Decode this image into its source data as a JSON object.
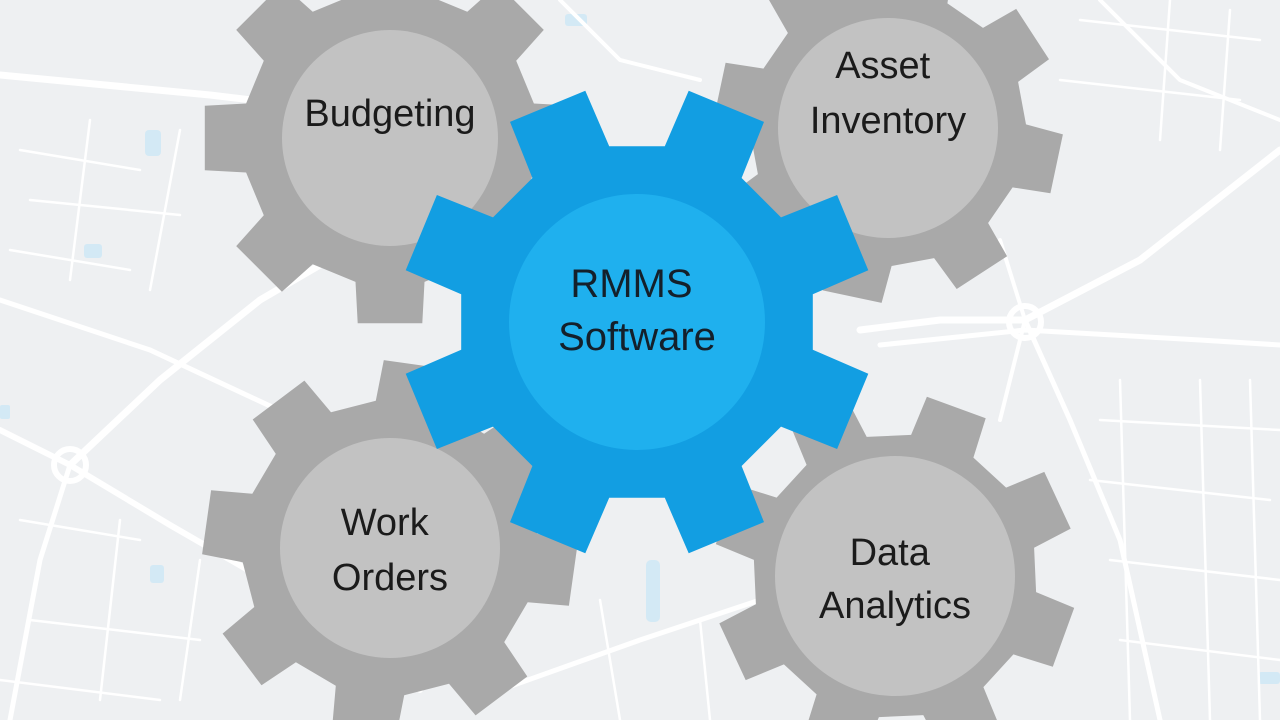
{
  "colors": {
    "background": "#eef0f2",
    "road": "#ffffff",
    "water": "#d3e9f5",
    "gear_outer": "#a9a9a9",
    "gear_inner": "#c2c2c2",
    "hub_outer": "#129ee2",
    "hub_inner": "#1fb0ee",
    "label_text": "#1b1b1b"
  },
  "background_map": {
    "description_visible": false
  },
  "hub": {
    "lines": [
      "RMMS",
      "Software"
    ],
    "icon": "gear-icon"
  },
  "satellites": [
    {
      "id": "budgeting",
      "lines": [
        "Budgeting"
      ],
      "icon": "gear-icon"
    },
    {
      "id": "asset-inventory",
      "lines": [
        "Asset",
        "Inventory"
      ],
      "icon": "gear-icon"
    },
    {
      "id": "work-orders",
      "lines": [
        "Work",
        "Orders"
      ],
      "icon": "gear-icon"
    },
    {
      "id": "data-analytics",
      "lines": [
        "Data",
        "Analytics"
      ],
      "icon": "gear-icon"
    }
  ]
}
